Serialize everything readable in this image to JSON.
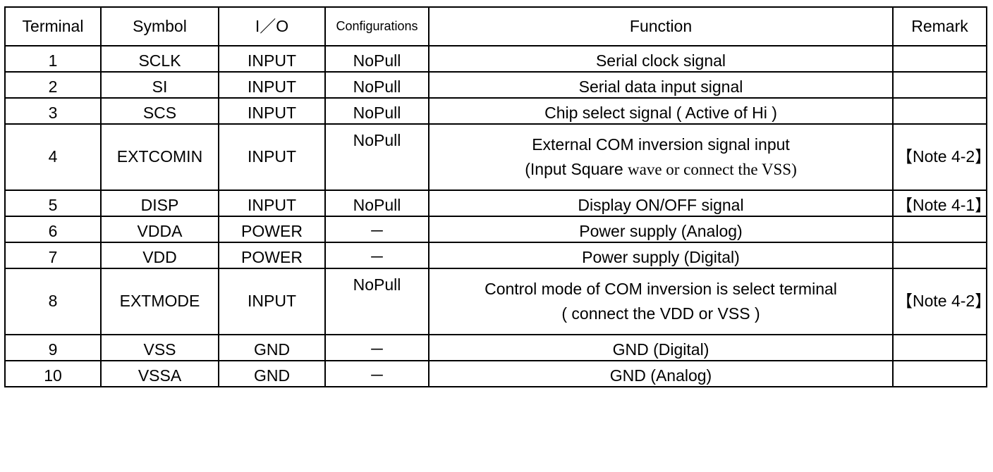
{
  "headers": {
    "terminal": "Terminal",
    "symbol": "Symbol",
    "io": "I／O",
    "configurations": "Configurations",
    "function": "Function",
    "remark": "Remark"
  },
  "rows": [
    {
      "terminal": "1",
      "symbol": "SCLK",
      "io": "INPUT",
      "config": "NoPull",
      "function": "Serial clock signal",
      "function2": "",
      "remark": ""
    },
    {
      "terminal": "2",
      "symbol": "SI",
      "io": "INPUT",
      "config": "NoPull",
      "function": "Serial data input signal",
      "function2": "",
      "remark": ""
    },
    {
      "terminal": "3",
      "symbol": "SCS",
      "io": "INPUT",
      "config": "NoPull",
      "function": "Chip select signal ( Active of Hi )",
      "function2": "",
      "remark": ""
    },
    {
      "terminal": "4",
      "symbol": "EXTCOMIN",
      "io": "INPUT",
      "config": "NoPull",
      "function": "External COM inversion signal input",
      "function2a": "(Input Square ",
      "function2b": "wave or connect the VSS)",
      "remark": "【Note 4-2】"
    },
    {
      "terminal": "5",
      "symbol": "DISP",
      "io": "INPUT",
      "config": "NoPull",
      "function": "Display ON/OFF signal",
      "function2": "",
      "remark": "【Note 4-1】"
    },
    {
      "terminal": "6",
      "symbol": "VDDA",
      "io": "POWER",
      "config": "－",
      "function": "Power supply (Analog)",
      "function2": "",
      "remark": ""
    },
    {
      "terminal": "7",
      "symbol": "VDD",
      "io": "POWER",
      "config": "－",
      "function": "Power supply (Digital)",
      "function2": "",
      "remark": ""
    },
    {
      "terminal": "8",
      "symbol": "EXTMODE",
      "io": "INPUT",
      "config": "NoPull",
      "function": "Control mode of COM inversion is select terminal",
      "function2": "( connect the VDD or VSS )",
      "remark": "【Note 4-2】"
    },
    {
      "terminal": "9",
      "symbol": "VSS",
      "io": "GND",
      "config": "－",
      "function": "GND (Digital)",
      "function2": "",
      "remark": ""
    },
    {
      "terminal": "10",
      "symbol": "VSSA",
      "io": "GND",
      "config": "－",
      "function": "GND (Analog)",
      "function2": "",
      "remark": ""
    }
  ]
}
